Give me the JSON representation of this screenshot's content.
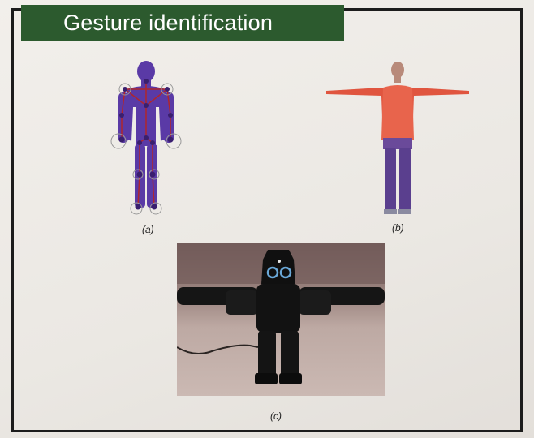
{
  "title": "Gesture identification",
  "figures": {
    "a": {
      "caption": "(a)",
      "icon": "skeleton-human-figure-icon",
      "color": "#5a3aa6"
    },
    "b": {
      "caption": "(b)",
      "icon": "t-pose-human-model-icon",
      "color": "#e0553f"
    },
    "c": {
      "caption": "(c)",
      "icon": "robot-photo",
      "color": "#1a1a1a"
    }
  },
  "colors": {
    "title_background": "#2c5a2e",
    "title_text": "#ffffff",
    "frame": "#1c1c1c"
  }
}
